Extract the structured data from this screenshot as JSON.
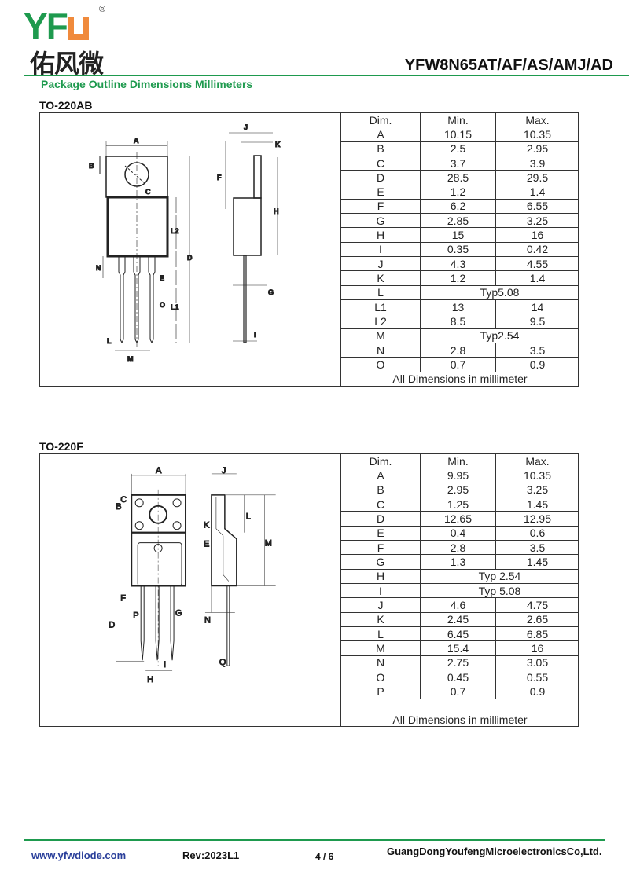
{
  "header": {
    "logo_text": "YFW",
    "logo_cn": "佑风微",
    "registered": "®",
    "part_number": "YFW8N65AT/AF/AS/AMJ/AD",
    "subtitle": "Package Outline Dimensions Millimeters"
  },
  "packages": [
    {
      "title": "TO-220AB",
      "columns": [
        "Dim.",
        "Min.",
        "Max."
      ],
      "rows": [
        [
          "A",
          "10.15",
          "10.35"
        ],
        [
          "B",
          "2.5",
          "2.95"
        ],
        [
          "C",
          "3.7",
          "3.9"
        ],
        [
          "D",
          "28.5",
          "29.5"
        ],
        [
          "E",
          "1.2",
          "1.4"
        ],
        [
          "F",
          "6.2",
          "6.55"
        ],
        [
          "G",
          "2.85",
          "3.25"
        ],
        [
          "H",
          "15",
          "16"
        ],
        [
          "I",
          "0.35",
          "0.42"
        ],
        [
          "J",
          "4.3",
          "4.55"
        ],
        [
          "K",
          "1.2",
          "1.4"
        ],
        [
          "L",
          "Typ5.08"
        ],
        [
          "L1",
          "13",
          "14"
        ],
        [
          "L2",
          "8.5",
          "9.5"
        ],
        [
          "M",
          "Typ2.54"
        ],
        [
          "N",
          "2.8",
          "3.5"
        ],
        [
          "O",
          "0.7",
          "0.9"
        ]
      ],
      "footer": "All Dimensions in millimeter",
      "drawing_labels": {
        "A": "A",
        "B": "B",
        "C": "C",
        "D": "D",
        "E": "E",
        "F": "F",
        "G": "G",
        "H": "H",
        "I": "I",
        "J": "J",
        "K": "K",
        "L": "L",
        "L1": "L1",
        "L2": "L2",
        "M": "M",
        "N": "N",
        "O": "O"
      }
    },
    {
      "title": "TO-220F",
      "columns": [
        "Dim.",
        "Min.",
        "Max."
      ],
      "rows": [
        [
          "A",
          "9.95",
          "10.35"
        ],
        [
          "B",
          "2.95",
          "3.25"
        ],
        [
          "C",
          "1.25",
          "1.45"
        ],
        [
          "D",
          "12.65",
          "12.95"
        ],
        [
          "E",
          "0.4",
          "0.6"
        ],
        [
          "F",
          "2.8",
          "3.5"
        ],
        [
          "G",
          "1.3",
          "1.45"
        ],
        [
          "H",
          "Typ 2.54"
        ],
        [
          "I",
          "Typ 5.08"
        ],
        [
          "J",
          "4.6",
          "4.75"
        ],
        [
          "K",
          "2.45",
          "2.65"
        ],
        [
          "L",
          "6.45",
          "6.85"
        ],
        [
          "M",
          "15.4",
          "16"
        ],
        [
          "N",
          "2.75",
          "3.05"
        ],
        [
          "O",
          "0.45",
          "0.55"
        ],
        [
          "P",
          "0.7",
          "0.9"
        ]
      ],
      "footer": "All Dimensions in millimeter",
      "drawing_labels": {
        "A": "A",
        "B": "B",
        "C": "C",
        "D": "D",
        "E": "E",
        "F": "F",
        "G": "G",
        "H": "H",
        "I": "I",
        "J": "J",
        "K": "K",
        "L": "L",
        "M": "M",
        "N": "N",
        "P": "P",
        "Q": "Q"
      }
    }
  ],
  "footer": {
    "website": "www.yfwdiode.com",
    "revision": "Rev:2023L1",
    "page": "4 / 6",
    "company": "GuangDongYoufengMicroelectronicsCo,Ltd."
  },
  "colors": {
    "brand_green": "#1e9a4e",
    "brand_orange": "#f08a3c"
  }
}
